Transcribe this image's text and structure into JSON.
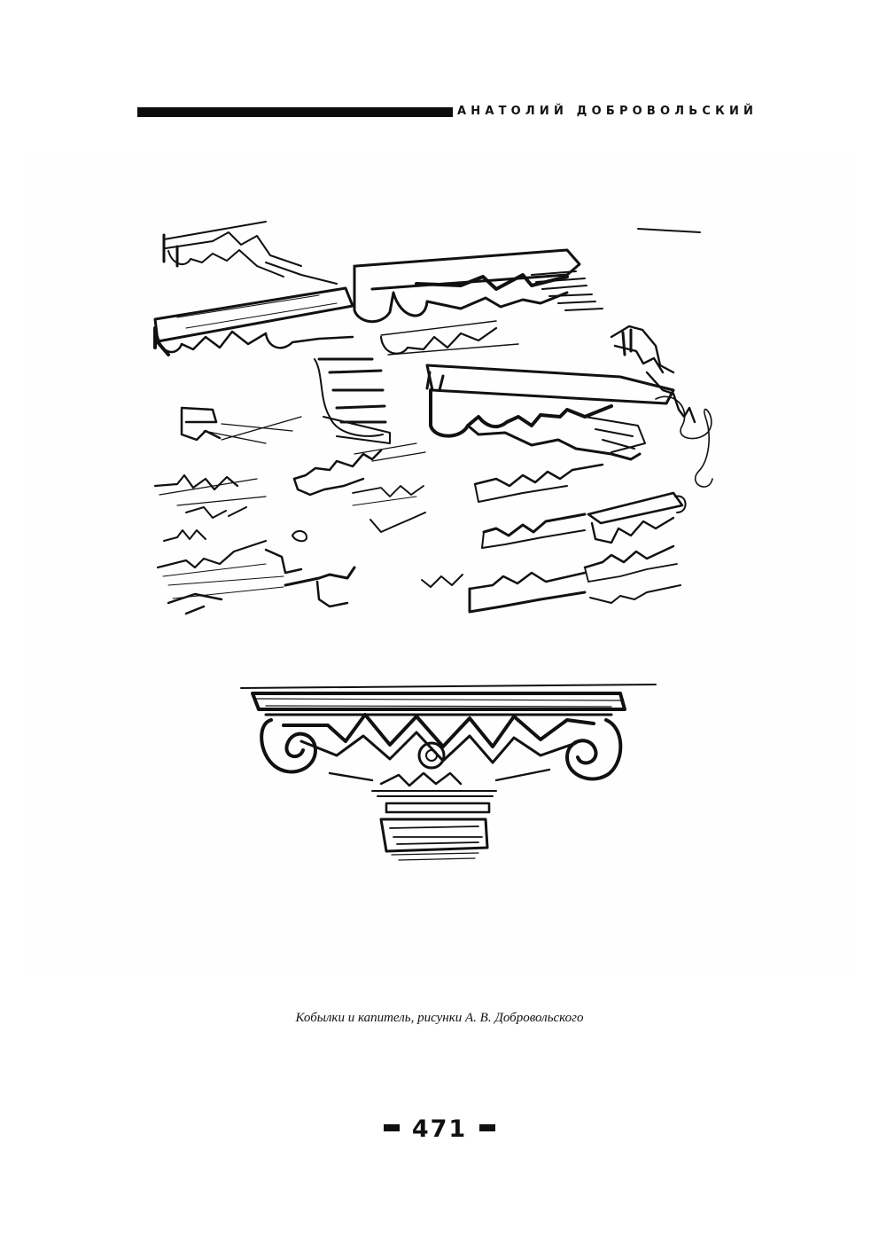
{
  "header": {
    "running_title": "АНАТОЛИЙ ДОБРОВОЛЬСКИЙ"
  },
  "figure": {
    "caption": "Кобылки и капитель, рисунки А. В. Добровольского"
  },
  "footer": {
    "page_number": "471"
  }
}
